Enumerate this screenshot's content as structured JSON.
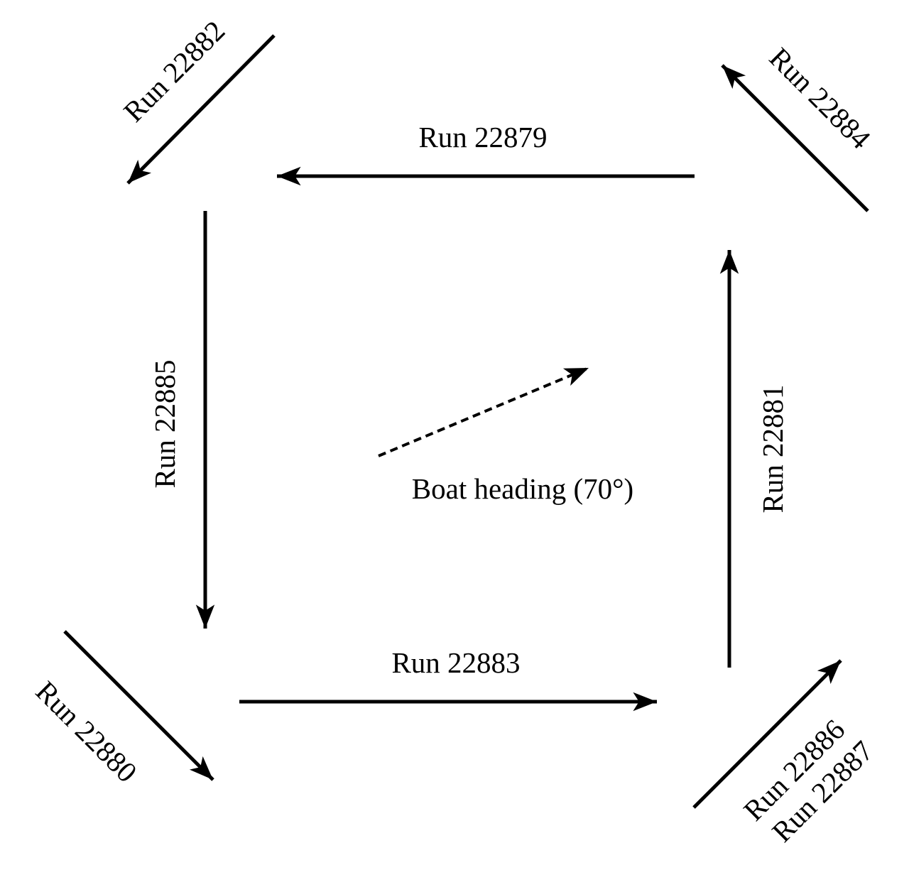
{
  "diagram": {
    "runs": [
      {
        "id": "run-22882",
        "label": "Run 22882"
      },
      {
        "id": "run-22879",
        "label": "Run 22879"
      },
      {
        "id": "run-22884",
        "label": "Run 22884"
      },
      {
        "id": "run-22885",
        "label": "Run 22885"
      },
      {
        "id": "run-22881",
        "label": "Run 22881"
      },
      {
        "id": "run-22880",
        "label": "Run 22880"
      },
      {
        "id": "run-22883",
        "label": "Run 22883"
      },
      {
        "id": "run-22886",
        "label": "Run 22886"
      },
      {
        "id": "run-22887",
        "label": "Run 22887"
      }
    ],
    "heading": {
      "label": "Boat heading (70°)",
      "style": "dashed"
    },
    "colors": {
      "stroke": "#000000",
      "background": "#ffffff"
    }
  }
}
